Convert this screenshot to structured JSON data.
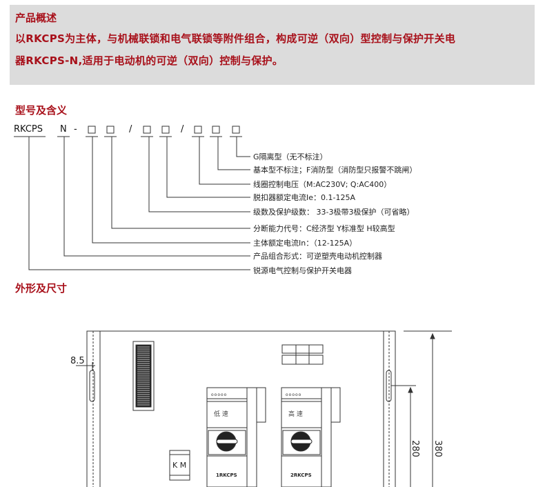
{
  "overview": {
    "title": "产品概述",
    "line1": "以RKCPS为主体，与机械联锁和电气联锁等附件组合，构成可逆（双向）型控制与保护开关电",
    "line2": "器RKCPS-N,适用于电动机的可逆（双向）控制与保护。"
  },
  "model": {
    "title": "型号及含义",
    "prefix": "RKCPS",
    "n": "N",
    "dash": "-",
    "slash": "/",
    "labels": [
      "G隔离型（无不标注）",
      "基本型不标注；F消防型（消防型只报警不跳闸）",
      "线圈控制电压（M:AC230V; Q:AC400）",
      "脱扣器额定电流Ie：0.1-125A",
      "级数及保护级数： 33-3极带3极保护（可省略）",
      "分断能力代号：C经济型   Y标准型   H较高型",
      "主体额定电流In：（12-125A）",
      "产品组合形式：可逆塑壳电动机控制器",
      "锐源电气控制与保护开关电器"
    ]
  },
  "dimensions": {
    "title": "外形及尺寸",
    "dim_8_5": "8.5",
    "dim_280": "280",
    "dim_380": "380",
    "module1_label": "低    速",
    "module2_label": "高    速",
    "module1_name": "1RKCPS",
    "module2_name": "2RKCPS",
    "km": "K M"
  },
  "colors": {
    "accent": "#a8101a",
    "banner_bg": "#dcdcdc"
  }
}
